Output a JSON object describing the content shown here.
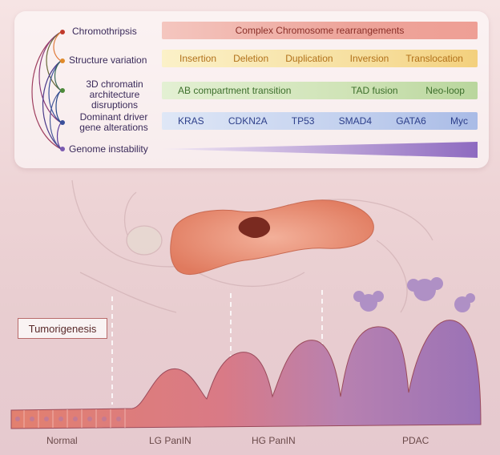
{
  "labels": {
    "chromothripsis": "Chromothripsis",
    "structure_variation": "Structure variation",
    "chromatin_line1": "3D chromatin",
    "chromatin_line2": "architecture disruptions",
    "driver_line1": "Dominant driver",
    "driver_line2": "gene alterations",
    "genome_instability": "Genome instability"
  },
  "bars": {
    "chromothripsis": "Complex Chromosome rearrangements",
    "structure_variation": [
      "Insertion",
      "Deletion",
      "Duplication",
      "Inversion",
      "Translocation"
    ],
    "chromatin": [
      "AB compartment transition",
      "TAD fusion",
      "Neo-loop"
    ],
    "driver_genes": [
      "KRAS",
      "CDKN2A",
      "TP53",
      "SMAD4",
      "GATA6",
      "Myc"
    ]
  },
  "dot_colors": {
    "chromothripsis": "#c0392b",
    "structure_variation": "#e08a2a",
    "chromatin": "#4d8a3a",
    "driver": "#3a4f9a",
    "genome": "#7b5ab0"
  },
  "tumorigenesis_label": "Tumorigenesis",
  "stages": [
    "Normal",
    "LG PanIN",
    "HG PanIN",
    "PDAC"
  ]
}
